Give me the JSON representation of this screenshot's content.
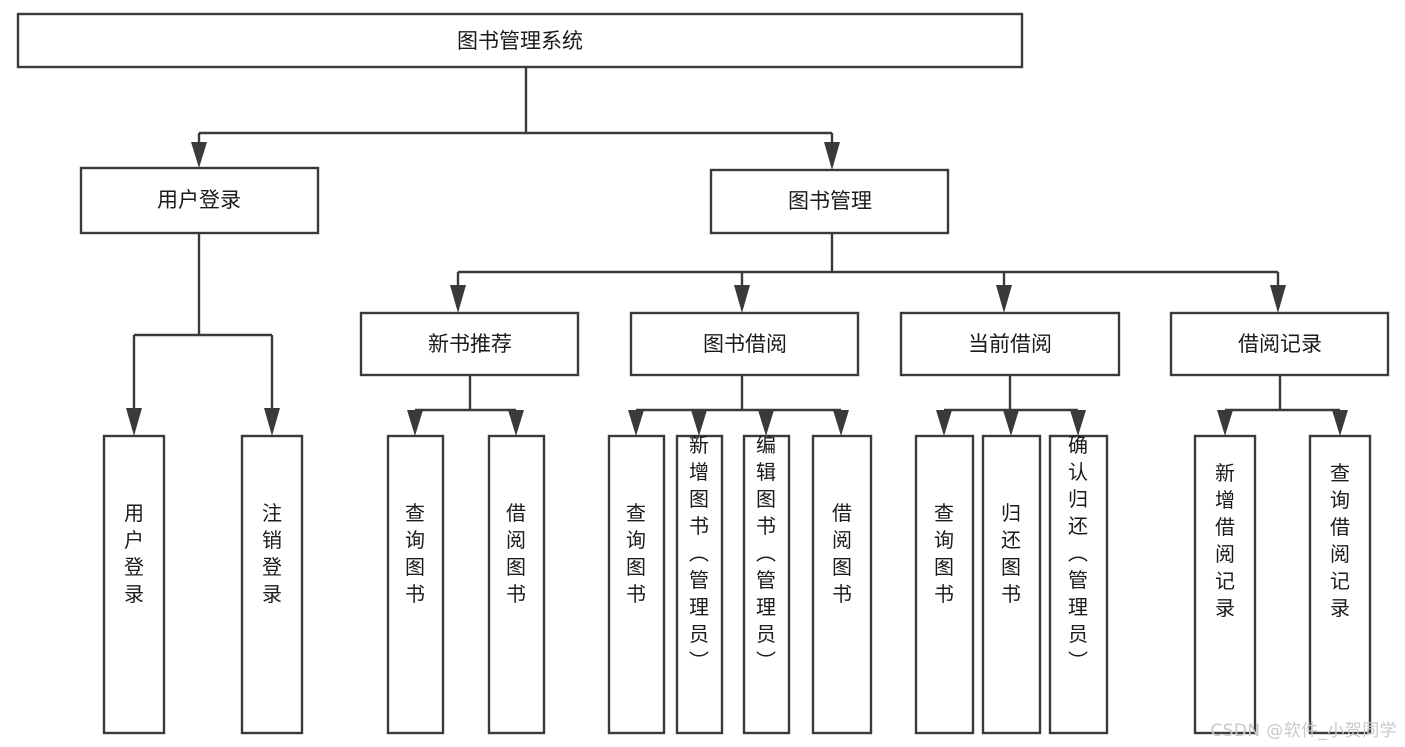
{
  "diagram": {
    "title": "图书管理系统",
    "type": "tree-hierarchy-chart",
    "line_color": "#3a3a3a",
    "box_fill": "#ffffff",
    "text_color": "#1b1b1b",
    "levels": {
      "root": "图书管理系统",
      "level2": [
        "用户登录",
        "图书管理"
      ],
      "level3": [
        "新书推荐",
        "图书借阅",
        "当前借阅",
        "借阅记录"
      ]
    },
    "nodes": {
      "root": {
        "label": "图书管理系统"
      },
      "user_login": {
        "label": "用户登录"
      },
      "book_manage": {
        "label": "图书管理"
      },
      "new_book_rec": {
        "label": "新书推荐"
      },
      "book_borrow": {
        "label": "图书借阅"
      },
      "current_borrow": {
        "label": "当前借阅"
      },
      "borrow_record": {
        "label": "借阅记录"
      }
    },
    "leaves": {
      "user_login": [
        {
          "label": "用户登录"
        },
        {
          "label": "注销登录"
        }
      ],
      "new_book_rec": [
        {
          "label": "查询图书"
        },
        {
          "label": "借阅图书"
        }
      ],
      "book_borrow": [
        {
          "label": "查询图书"
        },
        {
          "label": "新增图书（管理员）"
        },
        {
          "label": "编辑图书（管理员）"
        },
        {
          "label": "借阅图书"
        }
      ],
      "current_borrow": [
        {
          "label": "查询图书"
        },
        {
          "label": "归还图书"
        },
        {
          "label": "确认归还（管理员）"
        }
      ],
      "borrow_record": [
        {
          "label": "新增借阅记录"
        },
        {
          "label": "查询借阅记录"
        }
      ]
    }
  },
  "watermark": {
    "text": "CSDN @软件_小贺同学"
  }
}
